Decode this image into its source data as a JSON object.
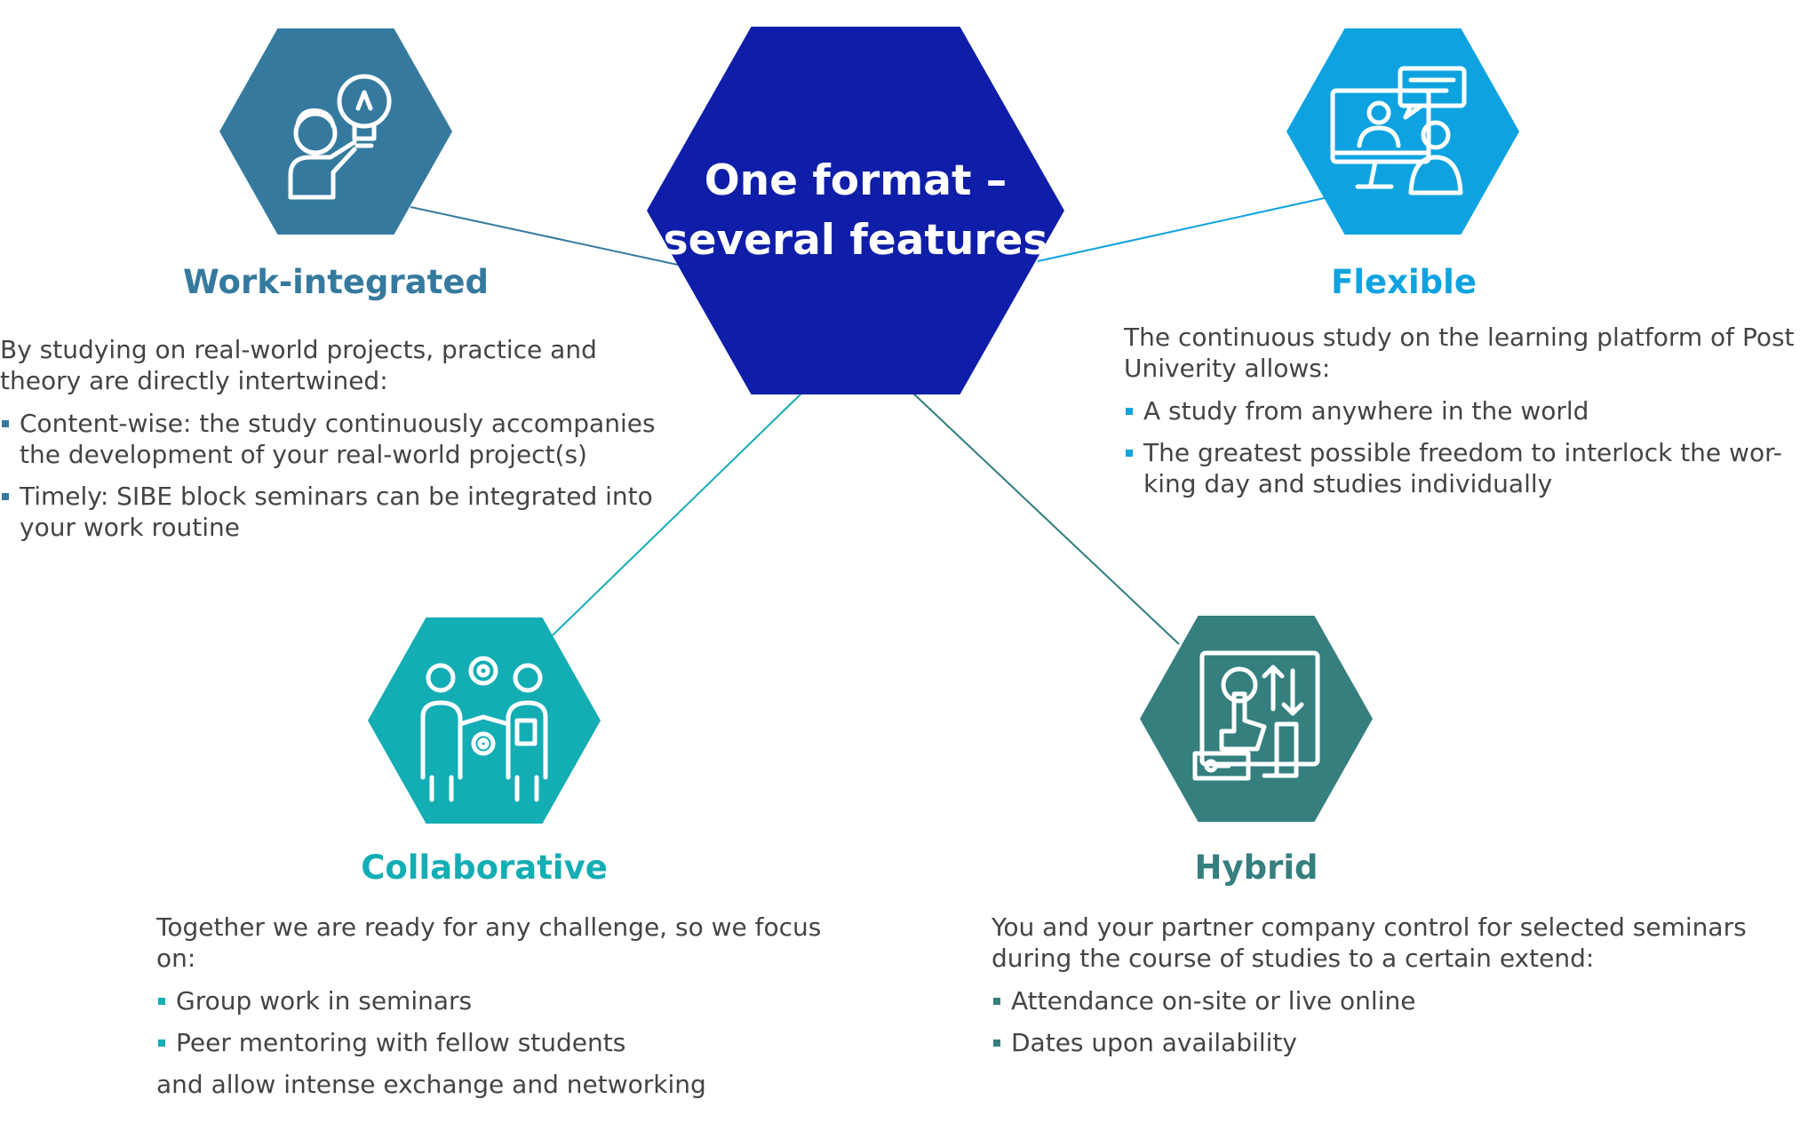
{
  "colors": {
    "center": "#0f1ea8",
    "work_integrated": "#357a9e",
    "flexible": "#0ea3e0",
    "collaborative": "#13adb4",
    "hybrid": "#357f7f",
    "text": "#444444"
  },
  "center": {
    "title_line1": "One format –",
    "title_line2": "several features"
  },
  "features": {
    "work_integrated": {
      "icon": "idea-person-icon",
      "title": "Work-integrated",
      "intro": "By studying on real-world projects, practice and theory are directly intertwined:",
      "bullets": [
        "Content-wise: the study continuously accompanies the development of your real-world project(s)",
        "Timely: SIBE block seminars can be integrated into your work routine"
      ]
    },
    "flexible": {
      "icon": "online-learning-icon",
      "title": "Flexible",
      "intro": "The continuous study on the learning platform of Post Univerity allows:",
      "bullets": [
        "A study from anywhere in the world",
        "The greatest possible freedom to interlock the wor-king day and studies individually"
      ]
    },
    "collaborative": {
      "icon": "teamwork-icon",
      "title": "Collaborative",
      "intro": "Together we are ready for any challenge, so we focus on:",
      "bullets": [
        "Group work in seminars",
        "Peer mentoring with fellow students"
      ],
      "outro": "and allow intense exchange and networking"
    },
    "hybrid": {
      "icon": "touch-control-icon",
      "title": "Hybrid",
      "intro": "You and your partner company control for selected seminars during the course of studies to a certain extend:",
      "bullets": [
        "Attendance on-site or live online",
        "Dates upon availability"
      ]
    }
  }
}
